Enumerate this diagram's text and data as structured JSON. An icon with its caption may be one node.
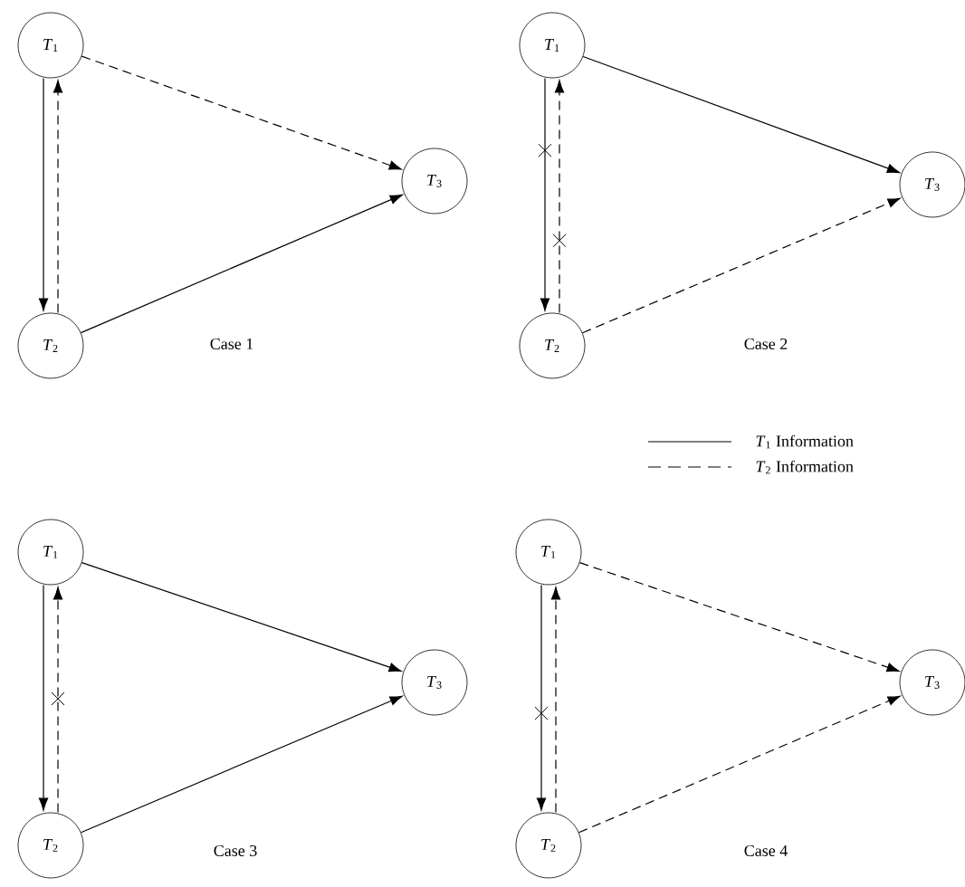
{
  "diagram": {
    "nodes": [
      {
        "text": [
          "*T*$_{1}$"
        ]
      },
      {
        "text": [
          "*T*$_{2}$"
        ]
      },
      {
        "text": [
          "*T*$_{3}$"
        ]
      },
      {
        "text": [
          "*T*$_{1}$"
        ]
      },
      {
        "text": [
          "*T*$_{2}$"
        ]
      },
      {
        "text": [
          "*T*$_{3}$"
        ]
      },
      {
        "text": [
          "*T*$_{1}$"
        ]
      },
      {
        "text": [
          "*T*$_{2}$"
        ]
      },
      {
        "text": [
          "*T*$_{3}$"
        ]
      },
      {
        "text": [
          "*T*$_{1}$"
        ]
      },
      {
        "text": [
          "*T*$_{2}$"
        ]
      },
      {
        "text": [
          "*T*$_{3}$"
        ]
      }
    ],
    "edges": [
      {
        "from": 0,
        "to": 1,
        "arrow": "to"
      },
      {
        "from": 1,
        "to": 0,
        "arrow": "to",
        "style": "dashed"
      },
      {
        "from": 0,
        "to": 2,
        "arrow": "to",
        "style": "dashed"
      },
      {
        "from": 1,
        "to": 2,
        "arrow": "to"
      },
      {
        "from": 3,
        "to": 4,
        "arrow": "to"
      },
      {
        "from": 4,
        "to": 3,
        "arrow": "to",
        "style": "dashed"
      },
      {
        "from": 3,
        "to": 5,
        "arrow": "to"
      },
      {
        "from": 4,
        "to": 5,
        "arrow": "to",
        "style": "dashed"
      },
      {
        "from": 6,
        "to": 7,
        "arrow": "to"
      },
      {
        "from": 7,
        "to": 6,
        "arrow": "to",
        "style": "dashed"
      },
      {
        "from": 6,
        "to": 8,
        "arrow": "to"
      },
      {
        "from": 7,
        "to": 8,
        "arrow": "to"
      },
      {
        "from": 9,
        "to": 10,
        "arrow": "to"
      },
      {
        "from": 10,
        "to": 9,
        "arrow": "to",
        "style": "dashed"
      },
      {
        "from": 9,
        "to": 11,
        "arrow": "to",
        "style": "dashed"
      },
      {
        "from": 10,
        "to": 11,
        "arrow": "to",
        "style": "dashed"
      }
    ],
    "labels": [
      "Case 1",
      "Case 2",
      "Case 3",
      "Case 4"
    ],
    "legend": [
      {
        "text": "*T*$_{1}$ Information"
      },
      {
        "text": "*T*$_{2}$ Information"
      }
    ]
  }
}
